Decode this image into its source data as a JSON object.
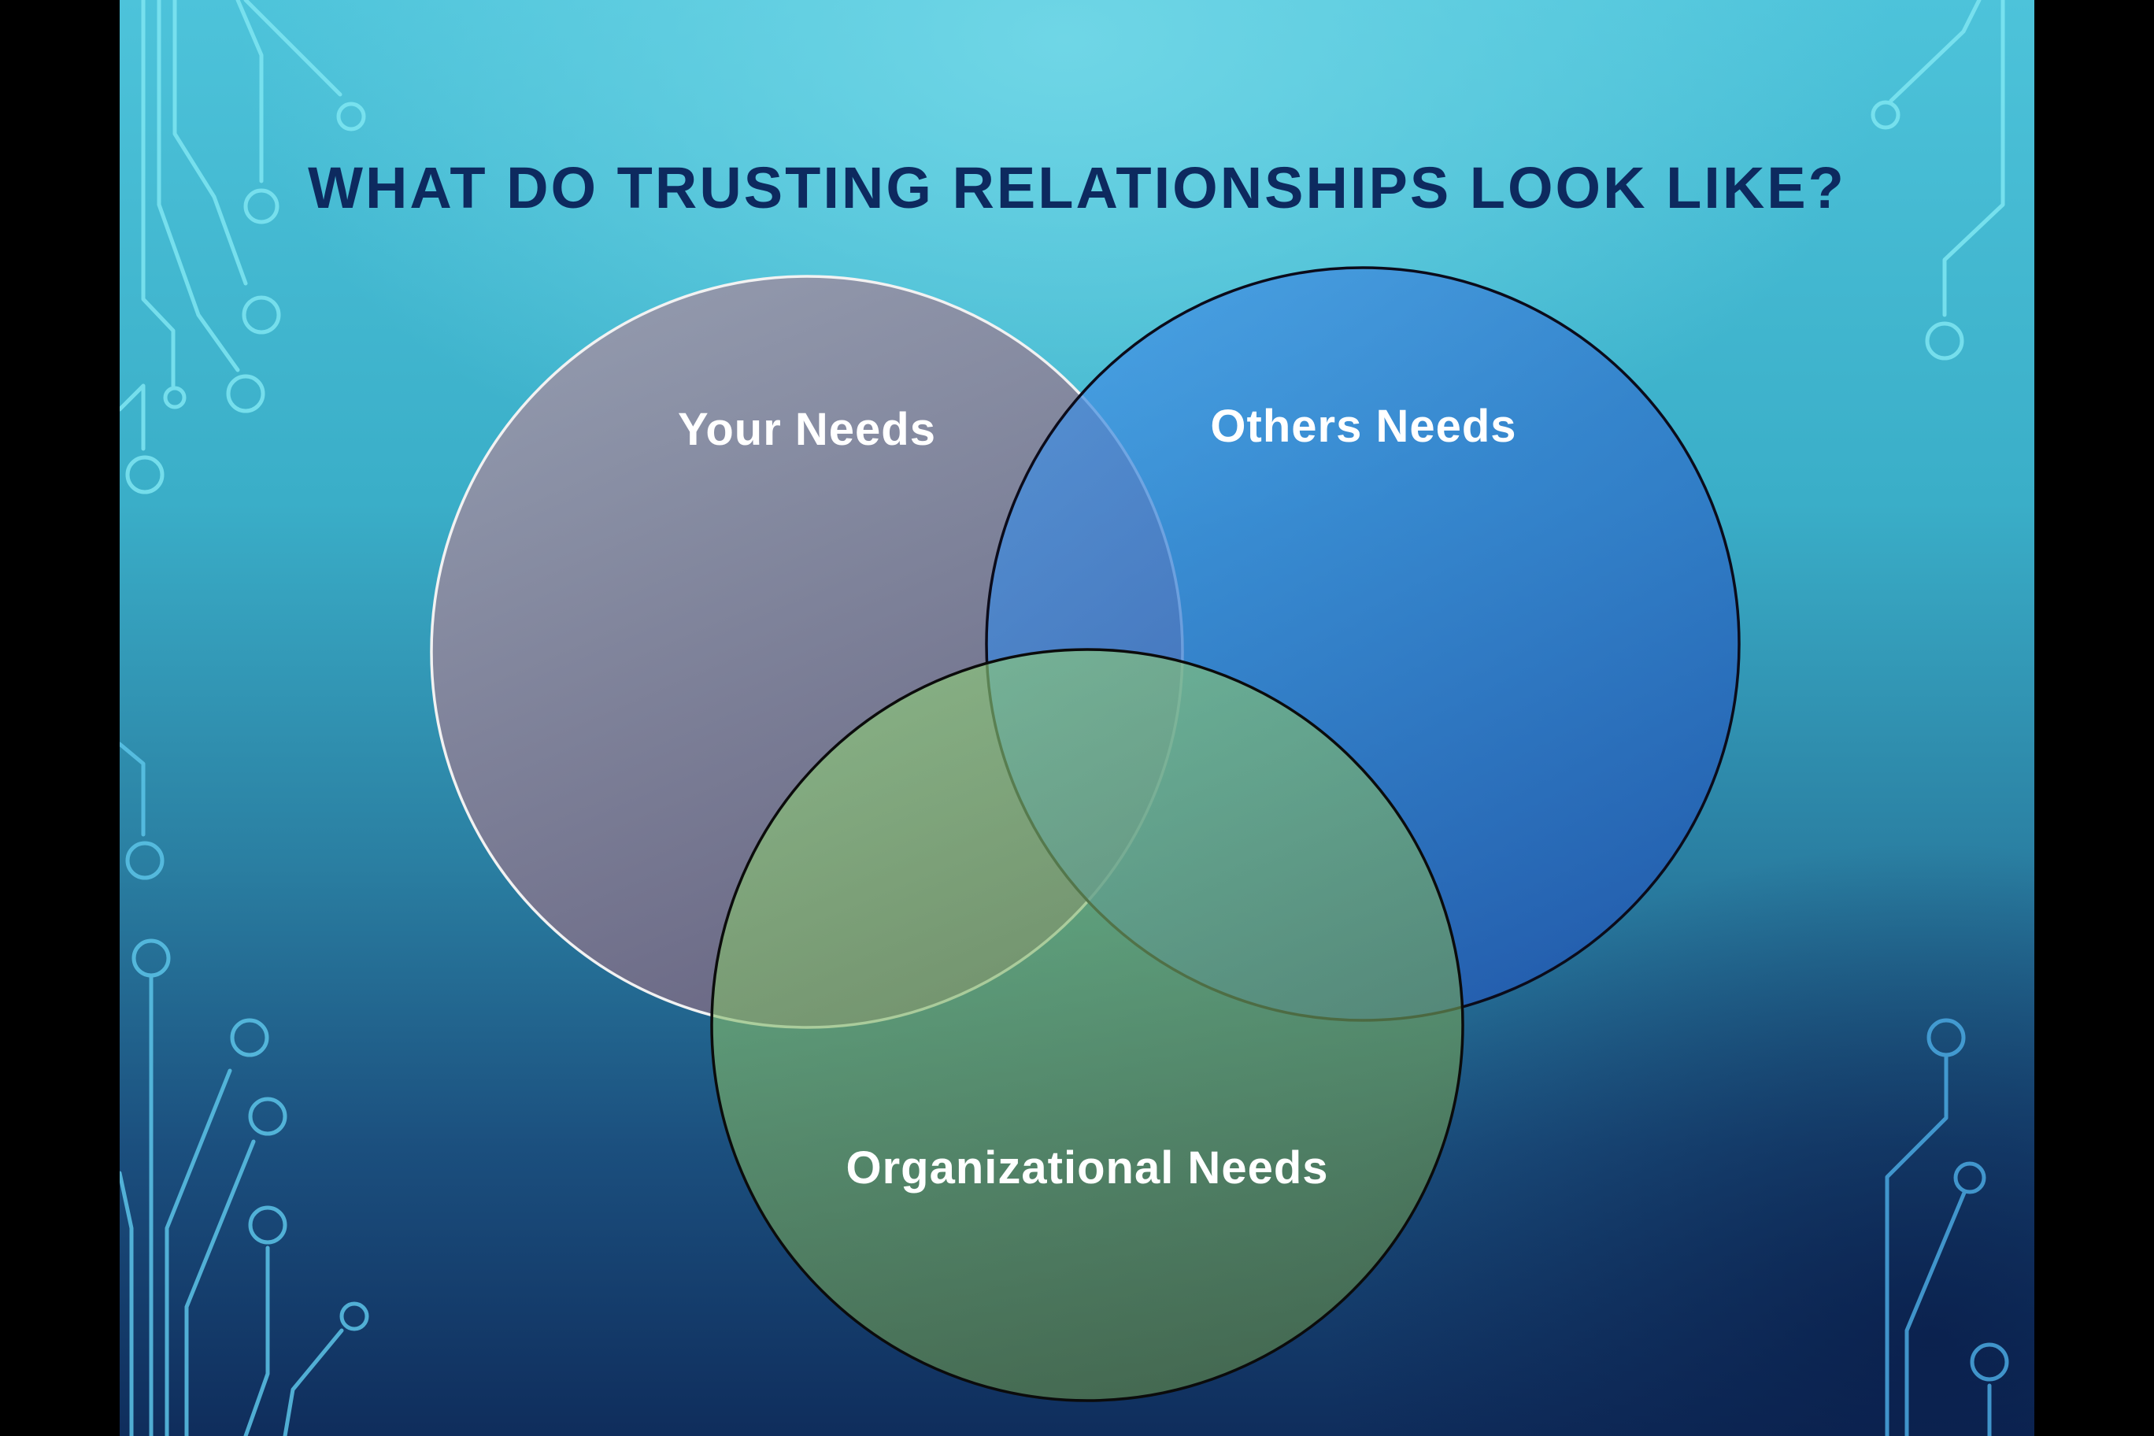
{
  "slide": {
    "title": "WHAT DO TRUSTING RELATIONSHIPS LOOK LIKE?"
  },
  "venn": {
    "circles": [
      {
        "label": "Your Needs",
        "fill": "#8a7f96"
      },
      {
        "label": "Others Needs",
        "fill": "#3a7fdc"
      },
      {
        "label": "Organizational Needs",
        "fill": "#8ab860"
      }
    ]
  },
  "colors": {
    "title": "#0d2a5f",
    "background_top": "#4dc3da",
    "background_bottom": "#0f2d5c",
    "circuit_lines": "#7fe6f2"
  }
}
